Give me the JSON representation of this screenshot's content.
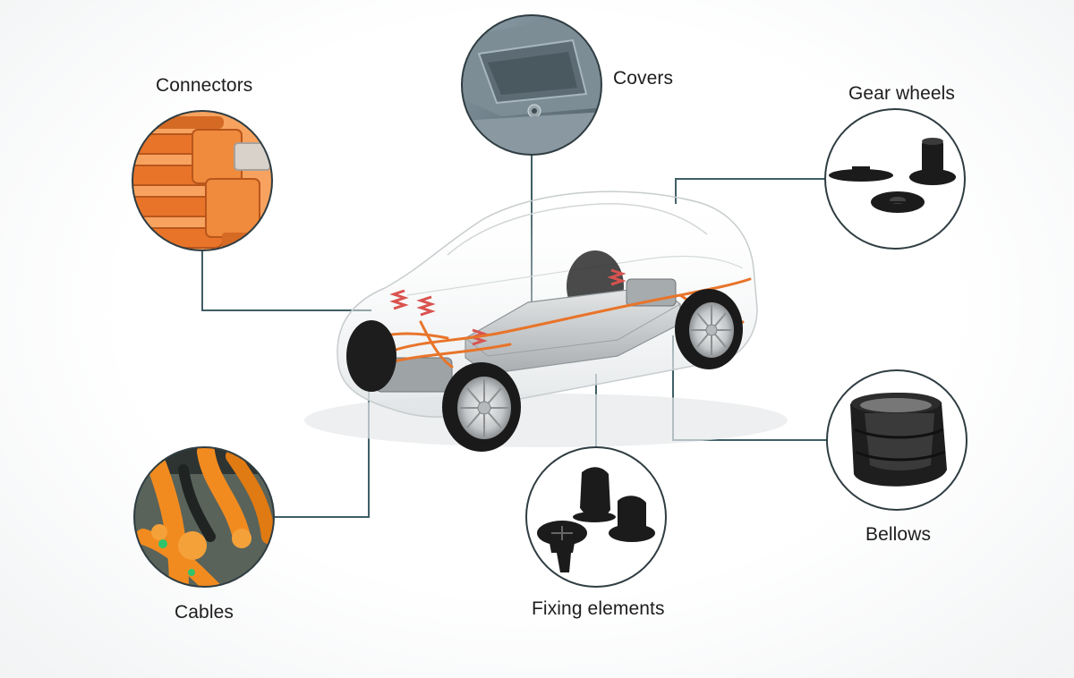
{
  "diagram": {
    "labels": {
      "connectors": "Connectors",
      "covers": "Covers",
      "gear_wheels": "Gear wheels",
      "cables": "Cables",
      "fixing_elements": "Fixing elements",
      "bellows": "Bellows"
    },
    "colors": {
      "leader_line": "#3f5e66",
      "circle_border": "#2f3d42",
      "cable_orange": "#e8742a",
      "battery_silver": "#c9ccce",
      "tire_black": "#1a1a1a",
      "part_black": "#1b1b1b"
    },
    "icons": [
      "connectors-photo",
      "covers-photo",
      "gear-wheels-photo",
      "cables-photo",
      "fixing-elements-photo",
      "bellows-photo",
      "car-chassis-illustration"
    ]
  }
}
